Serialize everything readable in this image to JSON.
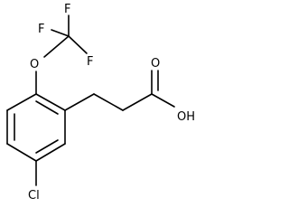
{
  "molecule": {
    "atoms": {
      "f_top": "F",
      "f_left": "F",
      "f_right": "F",
      "o_ether": "O",
      "o_carbonyl": "O",
      "oh": "OH",
      "cl": "Cl"
    }
  }
}
